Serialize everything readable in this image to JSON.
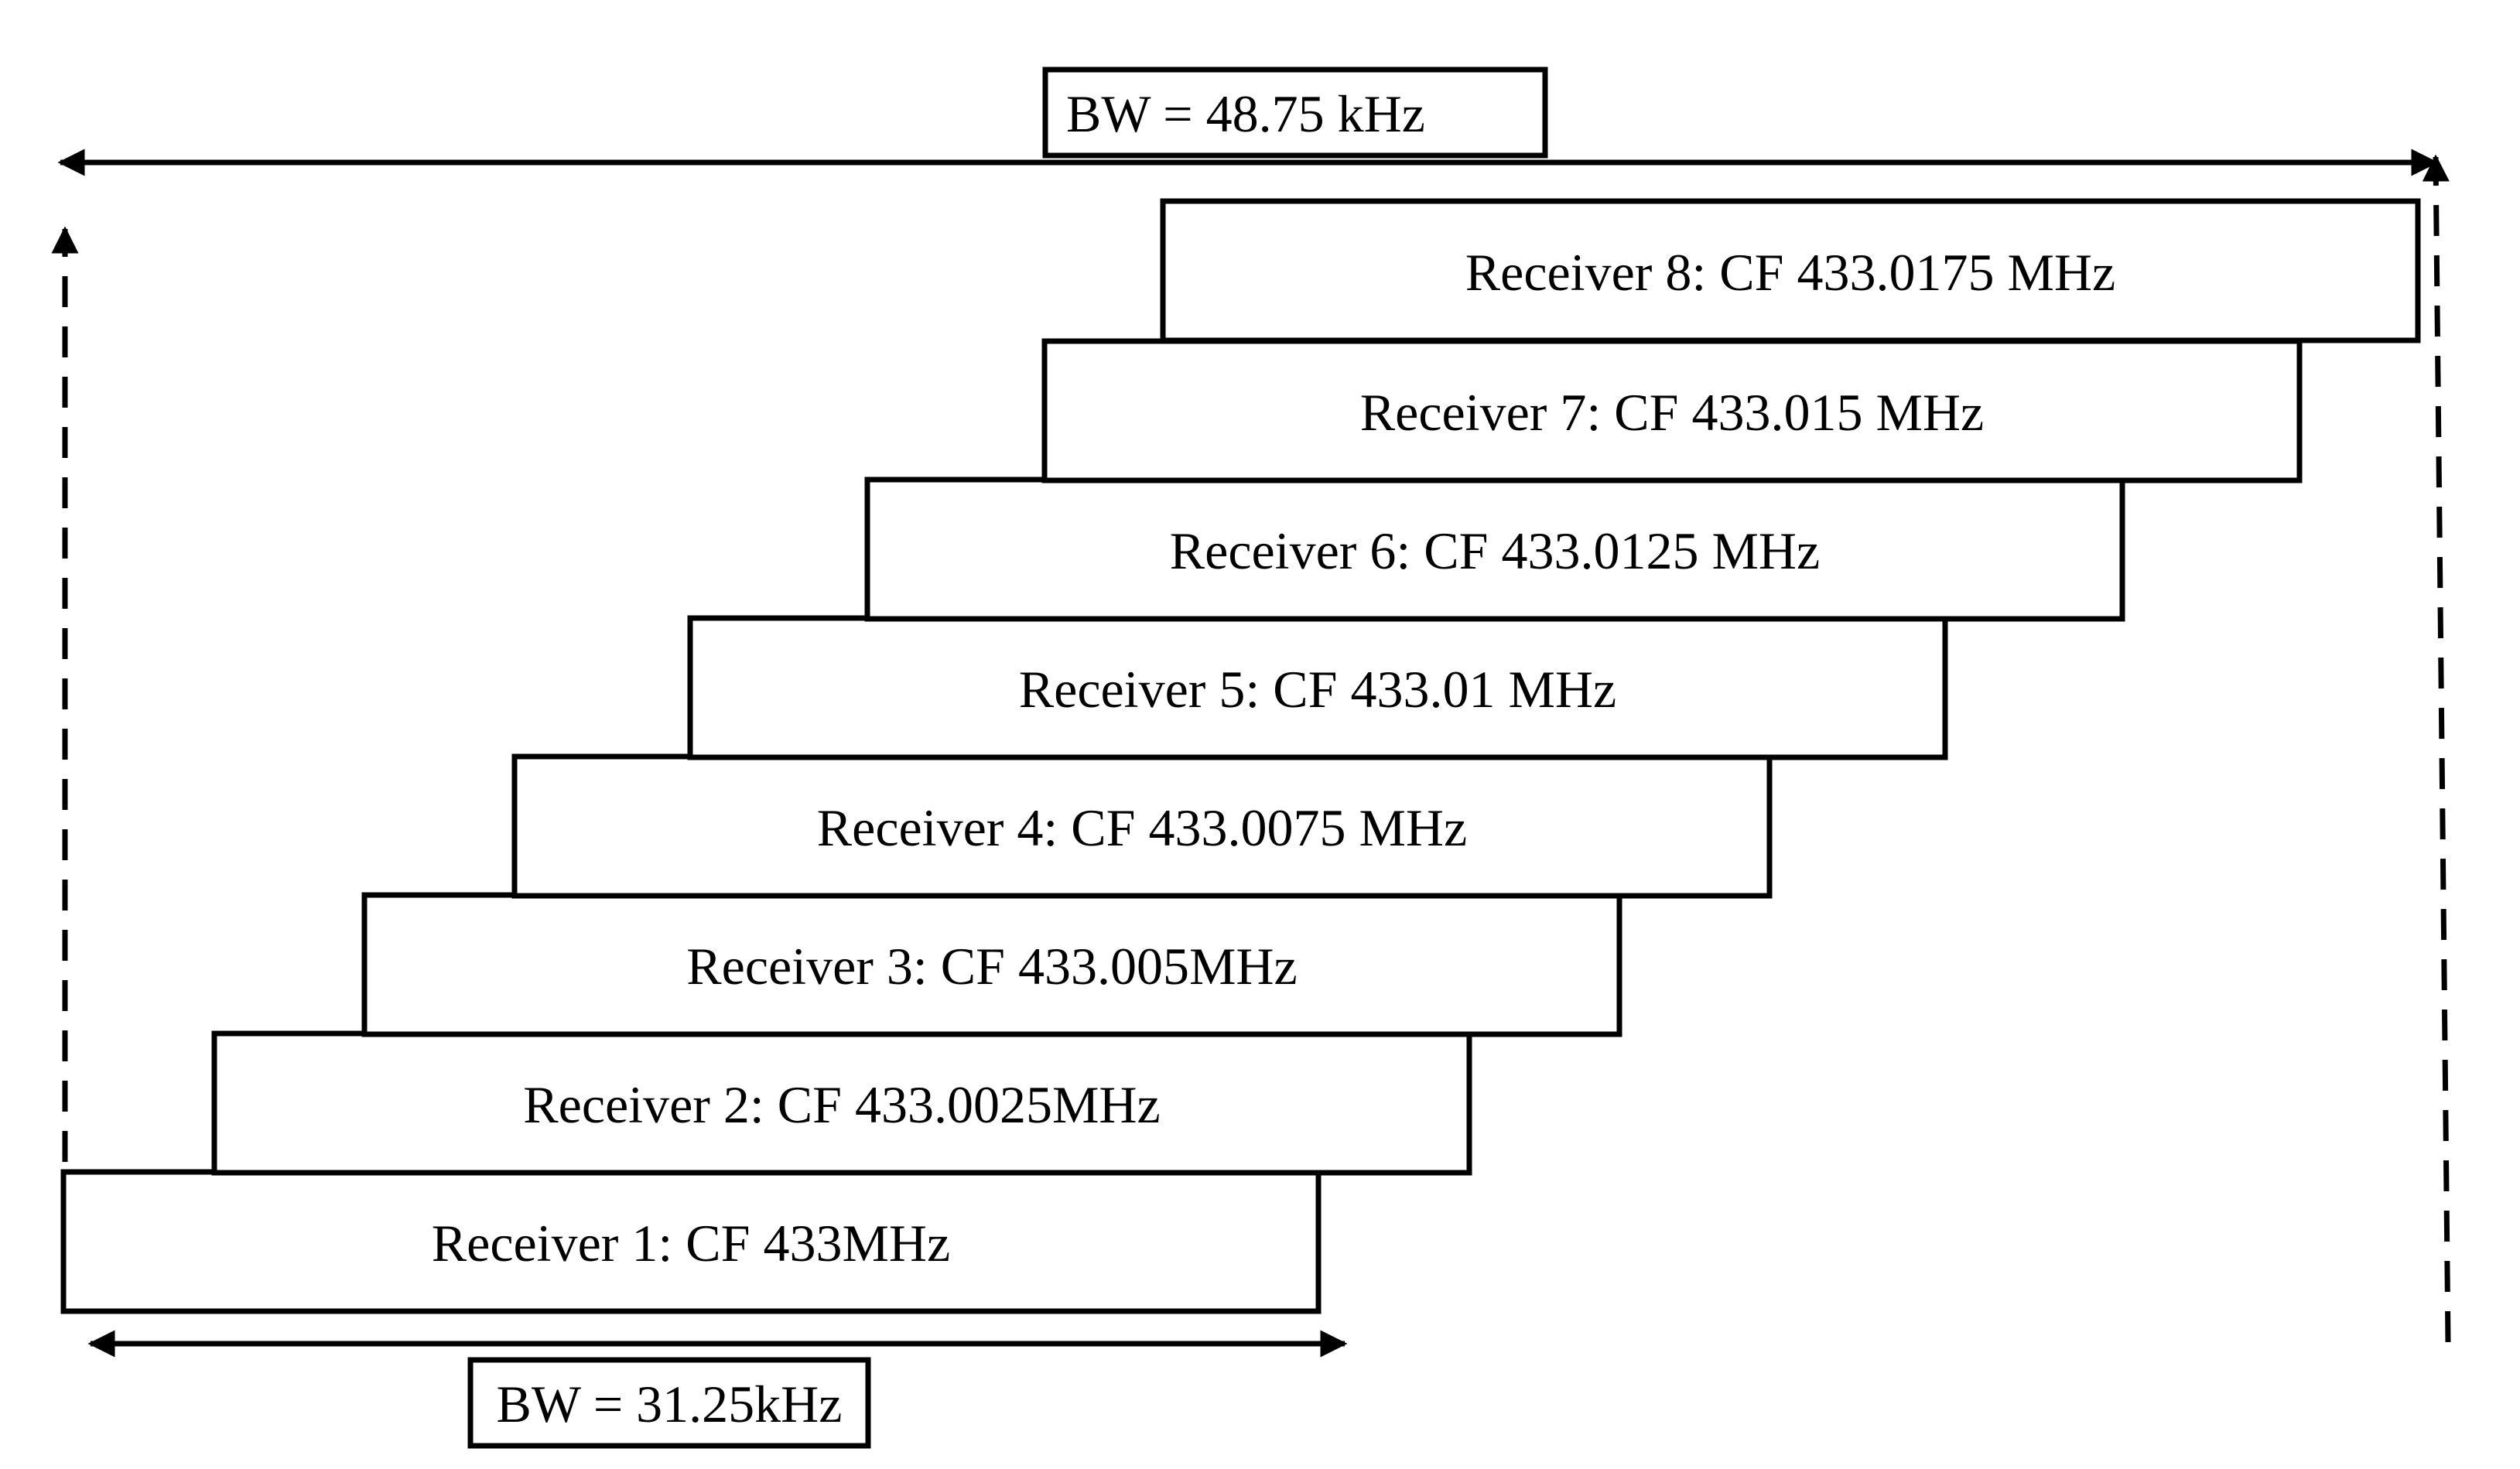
{
  "diagram": {
    "bandwidth_total": {
      "label": "BW = 48.75 kHz"
    },
    "bandwidth_single": {
      "label": "BW = 31.25kHz"
    },
    "receivers": [
      {
        "label": "Receiver 1: CF 433MHz"
      },
      {
        "label": "Receiver 2: CF 433.0025MHz"
      },
      {
        "label": "Receiver 3: CF 433.005MHz"
      },
      {
        "label": "Receiver 4: CF 433.0075 MHz"
      },
      {
        "label": "Receiver 5: CF 433.01 MHz"
      },
      {
        "label": "Receiver 6: CF 433.0125 MHz"
      },
      {
        "label": "Receiver 7: CF 433.015 MHz"
      },
      {
        "label": "Receiver 8: CF 433.0175 MHz"
      }
    ]
  }
}
